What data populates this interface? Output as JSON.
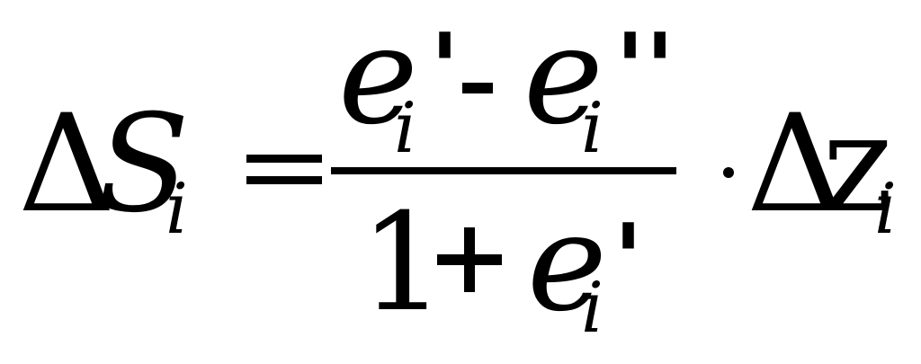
{
  "formula": {
    "lhs": {
      "delta": "Δ",
      "variable": "S",
      "subscript": "i"
    },
    "equals": "=",
    "numerator": {
      "term1_base": "e",
      "term1_subscript": "i",
      "term1_prime": "'",
      "minus": "-",
      "term2_base": "e",
      "term2_subscript": "i",
      "term2_prime": "''"
    },
    "denominator": {
      "one": "1",
      "plus": "+",
      "term_base": "e",
      "term_subscript": "i",
      "term_prime": "'"
    },
    "multiply": "·",
    "rhs": {
      "delta": "Δ",
      "variable": "z",
      "subscript": "i"
    }
  }
}
